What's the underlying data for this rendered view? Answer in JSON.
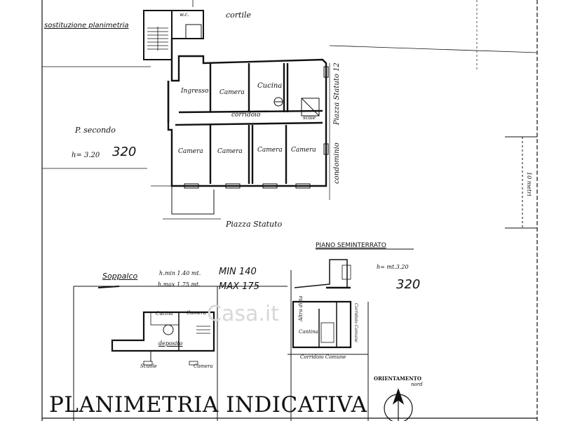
{
  "header": {
    "title": "sostituzione planimetria",
    "courtyard": "cortile",
    "wc": "w.c."
  },
  "floor2": {
    "floor_label": "P. secondo",
    "height_label": "h= 3.20",
    "height_value": "320",
    "rooms": {
      "ingresso": "Ingresso",
      "camera_top": "Camera",
      "cucina": "Cucina",
      "corridoio": "corridoio",
      "scale": "scale",
      "camera_1": "Camera",
      "camera_2": "Camera",
      "camera_3": "Camera",
      "camera_4": "Camera"
    },
    "side_street": "Piazza Statuto 12",
    "side_condo": "condominio",
    "bottom_street": "Piazza Statuto"
  },
  "scale_bar": {
    "label": "10 metri"
  },
  "mezzanine": {
    "title": "Soppalco",
    "hmin": "h.min 1.40 mt.",
    "hmax": "h.max 1.75 mt.",
    "min_note": "MIN 140",
    "max_note": "MAX 175",
    "rooms": {
      "cucina": "Cucina",
      "camera": "Camera",
      "deposito": "deposito",
      "below_1": "Scuole",
      "below_2": "Camera"
    }
  },
  "basement": {
    "title": "PIANO SEMINTERRATO",
    "height_label": "h= mt.3.20",
    "height_value": "320",
    "labels": {
      "altra_ditta": "Altra ditta",
      "corridoio_comune_side": "Corridoio Comune",
      "cantina": "Cantina",
      "corridoio_comune": "Corridoio Comune"
    }
  },
  "orientation": {
    "label": "ORIENTAMENTO",
    "north": "nord"
  },
  "footer": {
    "title": "PLANIMETRIA INDICATIVA"
  },
  "watermark": {
    "text": "Casa.it"
  },
  "colors": {
    "ink": "#111111",
    "paper": "#ffffff"
  }
}
